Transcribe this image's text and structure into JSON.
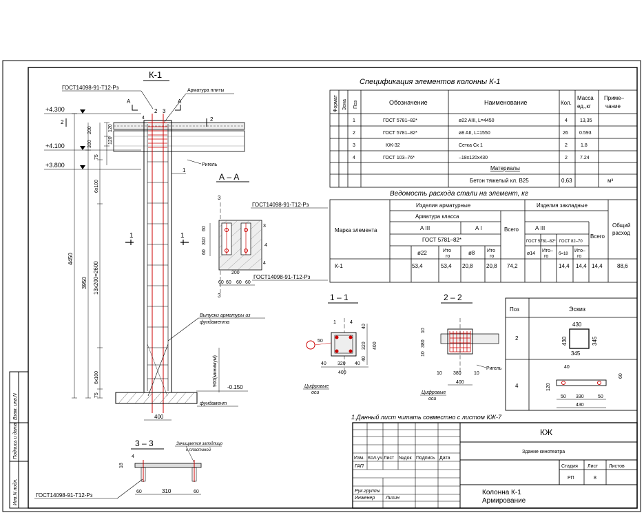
{
  "colors": {
    "line": "#000000",
    "rebar": "#cc0000",
    "hatch": "#555555",
    "paper": "#ffffff"
  },
  "column_view": {
    "title": "К-1",
    "mark_top": "ГОСТ14098-91-Т12-Рз",
    "leader_plate": "Арматура плиты",
    "leader_beam": "Ригель",
    "leader_bars": "Выпуски арматуры из фундамента",
    "leader_found": "фундамент",
    "elev_1": "+4.300",
    "elev_2": "+4.100",
    "elev_3": "+3.800",
    "elev_4": "-0.150",
    "dim_total": "4450",
    "dim_3950": "3950",
    "dim_spacing": "13х200=2600",
    "dim_6x100_top": "6х100",
    "dim_6x100_bot": "6х100",
    "dim_900": "900(минимум)",
    "dim_200": "200",
    "dim_300": "300",
    "dim_75_top": "75",
    "dim_75_bot": "75",
    "dim_120_a": "120",
    "dim_120_b": "120",
    "dim_400": "400",
    "sec_a_left": "А",
    "sec_a_right": "А",
    "sec_2_left": "2",
    "sec_2_right": "2",
    "sec_1_left": "1",
    "sec_1_right": "1",
    "pos_1": "1",
    "pos_2": "2",
    "pos_3": "3",
    "pos_4": "4"
  },
  "section_aa": {
    "title": "А – А",
    "mark_top": "ГОСТ14098-91-Т12-Рз",
    "mark_bottom": "ГОСТ14098-91-Т12-Рз",
    "cut_top": "3",
    "cut_bottom": "3",
    "dims": [
      "60",
      "310",
      "60",
      "60",
      "60",
      "60",
      "60",
      "200"
    ],
    "pos_3": "3",
    "pos_4": "4",
    "pos_4b": "4"
  },
  "section_11": {
    "title": "1 – 1",
    "label_50": "50",
    "dims": [
      "40",
      "320",
      "40",
      "400",
      "40",
      "320",
      "40",
      "400"
    ],
    "axes": "Цифровые оси",
    "pos": "1",
    "pos_b": "4"
  },
  "section_22": {
    "title": "2 – 2",
    "dims": [
      "10",
      "380",
      "10",
      "10",
      "380",
      "10",
      "400"
    ],
    "label_beam": "Ригель",
    "axes": "Цифровые оси"
  },
  "section_33": {
    "title": "3 – 3",
    "note": "Зачищается заподлицо с пластиной",
    "mark": "ГОСТ14098-91-Т12-Рз",
    "dims": [
      "18",
      "60",
      "310",
      "60"
    ],
    "pos": "4"
  },
  "spec": {
    "title": "Спецификация элементов колонны К-1",
    "headers": [
      "Формат",
      "Зона",
      "Поз",
      "Обозначение",
      "Наименование",
      "Кол.",
      "Масса ед.,кг",
      "Приме-чание"
    ],
    "rows": [
      [
        "1",
        "ГОСТ 5781–82*",
        "ø22 AIII, L=4450",
        "4",
        "13,35"
      ],
      [
        "2",
        "ГОСТ 5781–82*",
        "ø8 AII, L=1550",
        "26",
        "0.593"
      ],
      [
        "3",
        "КЖ-32",
        "Сетка Ск 1",
        "2",
        "1.8"
      ],
      [
        "4",
        "ГОСТ 103–76*",
        "–18х120х430",
        "2",
        "7.24"
      ]
    ],
    "materials_label": "Материалы",
    "concrete_name": "Бетон тяжелый кл. B25",
    "concrete_qty": "0,63",
    "concrete_unit": "м³"
  },
  "steel": {
    "title": "Ведомость расхода стали на элемент, кг",
    "h_mark": "Марка элемента",
    "h_rebar": "Изделия арматурные",
    "h_embed": "Изделия закладные",
    "h_class": "Арматура класса",
    "h_a3": "А III",
    "h_a1": "А I",
    "h_a3b": "А III",
    "h_gost": "ГОСТ 5781–82*",
    "h_gost_b": "ГОСТ 5781–82*",
    "h_gost_c": "ГОСТ 82–70",
    "h_total": "Всего",
    "h_total_b": "Всего",
    "h_overall": "Общий расход",
    "h_d22": "ø22",
    "h_it1": "Ито го",
    "h_d8": "ø8",
    "h_it2": "Ито го",
    "h_d14": "ø14",
    "h_it3": "Ито го",
    "h_b18": "б=18",
    "h_it4": "Ито го",
    "row": [
      "К-1",
      "53,4",
      "53,4",
      "20,8",
      "20,8",
      "74,2",
      "14,4",
      "14,4",
      "14,4",
      "88,6"
    ]
  },
  "sketch": {
    "h_pos": "Поз",
    "h_sketch": "Эскиз",
    "pos_2": "2",
    "pos_4": "4",
    "d_430a": "430",
    "d_430b": "430",
    "d_345a": "345",
    "d_345b": "345",
    "d_40": "40",
    "d_120": "120",
    "d_50a": "50",
    "d_330": "330",
    "d_50b": "50",
    "d_430c": "430",
    "d_60": "60"
  },
  "note": "1.Данный лист читать совместно с листом КЖ-7",
  "stamp": {
    "code": "КЖ",
    "building": "Здание кинотеатра",
    "cols": [
      "Изм.",
      "Кол.уч",
      "Лист",
      "№док",
      "Подпись",
      "Дата"
    ],
    "gap": "ГАП",
    "stage_h": "Стадия",
    "sheet_h": "Лист",
    "sheets_h": "Листов",
    "stage": "РП",
    "sheet": "8",
    "group": "Рук.группы",
    "engineer": "Инженер",
    "engineer_name": "Лихин",
    "drawing_title": "Колонна К-1",
    "drawing_sub": "Армирование"
  },
  "side_stamp": [
    "Инв.N подл.",
    "Подпись и дата",
    "Взам. инв.N"
  ]
}
